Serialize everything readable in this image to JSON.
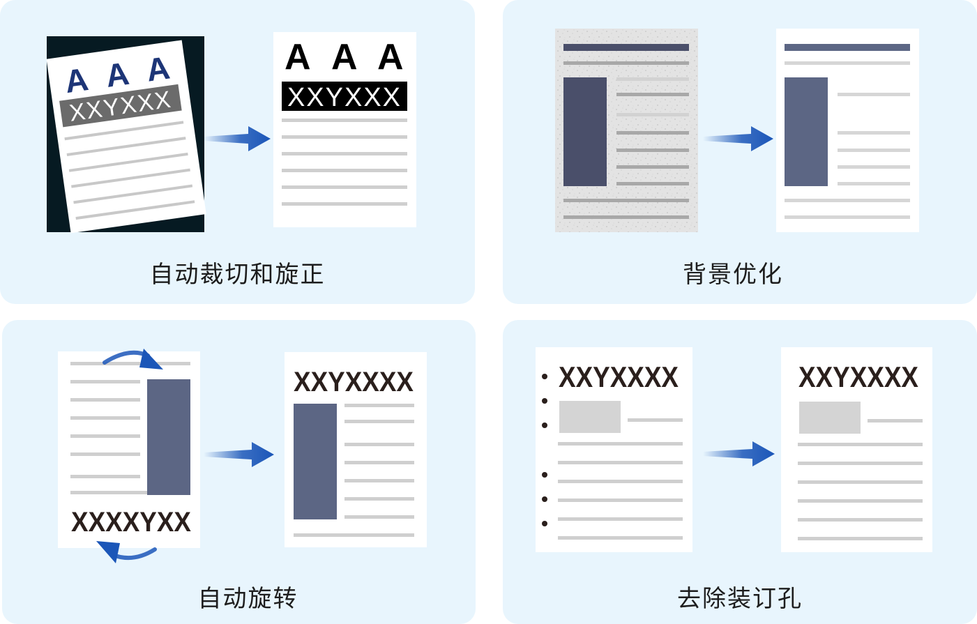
{
  "panels": [
    {
      "caption": "自动裁切和旋正",
      "before": {
        "heading_letters": [
          "A",
          "A",
          "A"
        ],
        "code": "XXYXXX"
      },
      "after": {
        "heading_letters": [
          "A",
          "A",
          "A"
        ],
        "code": "XXYXXX"
      }
    },
    {
      "caption": "背景优化"
    },
    {
      "caption": "自动旋转",
      "before": {
        "code": "XXXXYXX"
      },
      "after": {
        "code": "XXYXXXX"
      }
    },
    {
      "caption": "去除装订孔",
      "before": {
        "code": "XXYXXXX"
      },
      "after": {
        "code": "XXYXXXX"
      }
    }
  ],
  "colors": {
    "panel_bg": "#e8f5fd",
    "arrow": "#1b56b8",
    "text_dark": "#2a1f1c",
    "slate_block": "#5c6684",
    "dark_block": "#4a4f6a",
    "scan_bg": "#061a22",
    "letter_blue": "#1d3577"
  },
  "icons": [
    "right-arrow-icon",
    "rotate-arrow-icon"
  ]
}
